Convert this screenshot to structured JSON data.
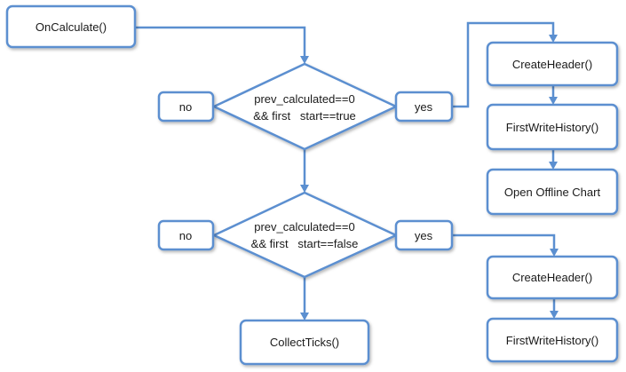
{
  "colors": {
    "stroke": "#5b8fd0",
    "node_fill": "#ffffff",
    "text": "#1a1a1a"
  },
  "nodes": {
    "on_calculate": "OnCalculate()",
    "decision1": {
      "line1": "prev_calculated==0",
      "line2": "&& first   start==true"
    },
    "decision1_no": "no",
    "decision1_yes": "yes",
    "create_header_1": "CreateHeader()",
    "first_write_history_1": "FirstWriteHistory()",
    "open_offline_chart": "Open Offline Chart",
    "decision2": {
      "line1": "prev_calculated==0",
      "line2": "&& first   start==false"
    },
    "decision2_no": "no",
    "decision2_yes": "yes",
    "create_header_2": "CreateHeader()",
    "first_write_history_2": "FirstWriteHistory()",
    "collect_ticks": "CollectTicks()"
  }
}
